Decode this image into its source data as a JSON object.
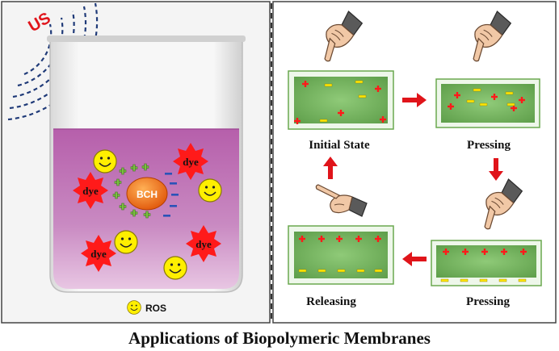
{
  "title": "Applications of Biopolymeric Membranes",
  "left_panel": {
    "ultrasound_label": "US",
    "center_particle_label": "BCH",
    "dye_label": "dye",
    "legend_label": "ROS"
  },
  "right_panel": {
    "states": {
      "initial": "Initial State",
      "pressing_top": "Pressing",
      "pressing_bottom": "Pressing",
      "releasing": "Releasing"
    }
  },
  "colors": {
    "liquid": "#c77fbc",
    "membrane_fill": "#7fbf6a",
    "membrane_border": "#6aa84f",
    "positive": "#ff1a1a",
    "negative": "#ffe600",
    "arrow": "#e0141a",
    "ultrasound_waves": "#1f3a78",
    "particle": "#f07a10",
    "dye_star": "#ff1a1a",
    "smiley": "#ffef00"
  }
}
